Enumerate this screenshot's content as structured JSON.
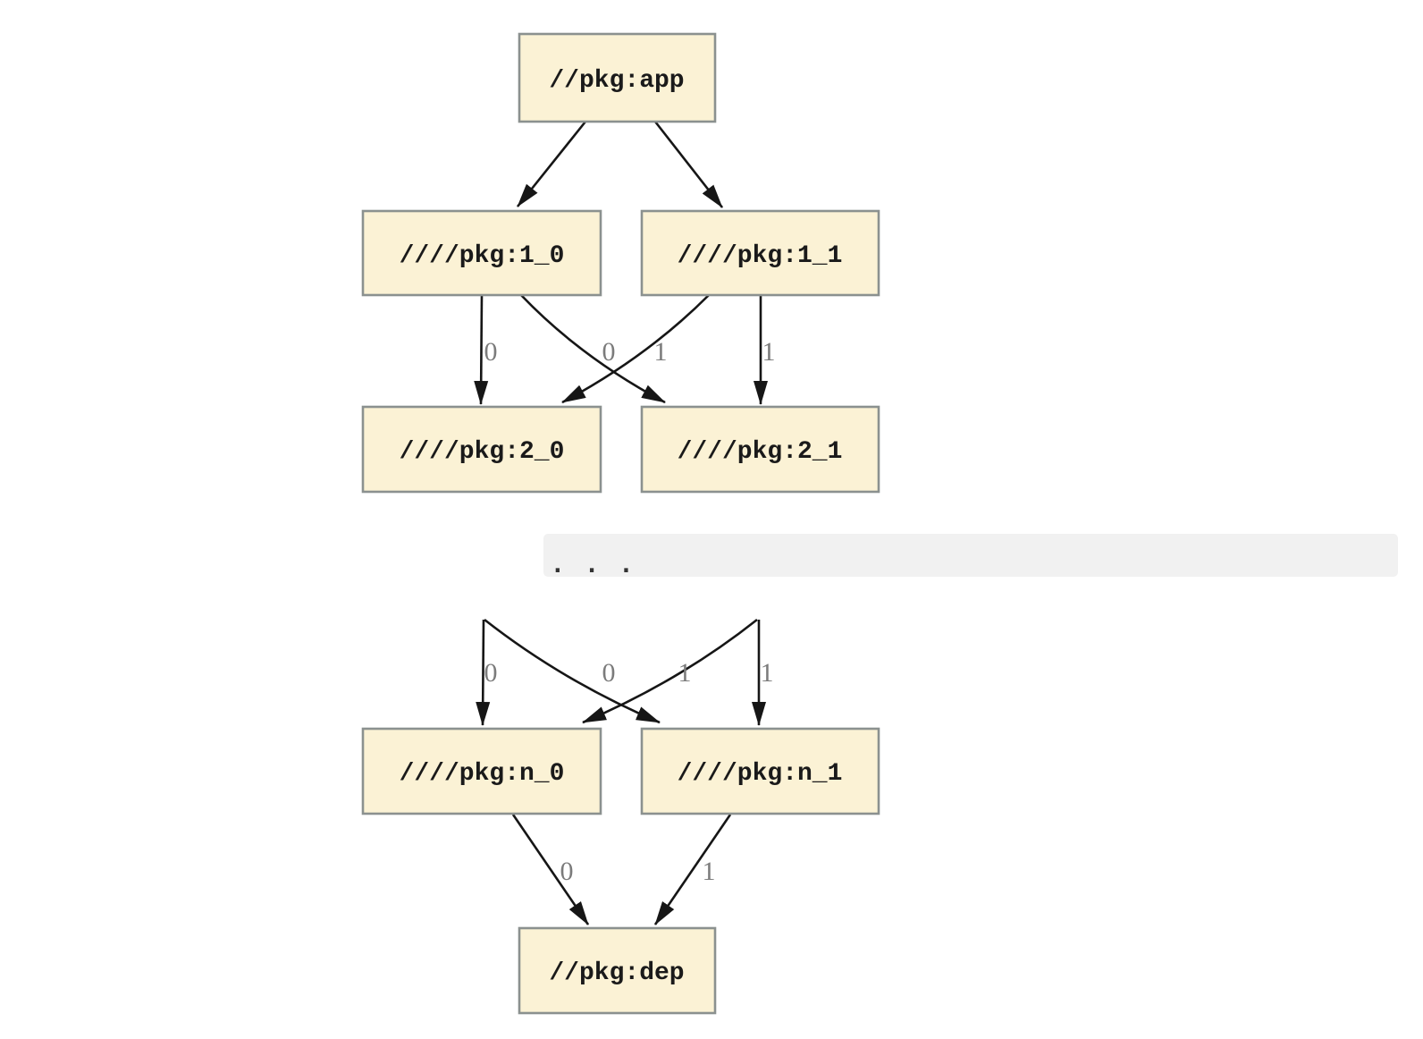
{
  "diagram": {
    "type": "dependency-graph",
    "nodes": {
      "app": {
        "label": "//pkg:app"
      },
      "n1_0": {
        "label": "////pkg:1_0"
      },
      "n1_1": {
        "label": "////pkg:1_1"
      },
      "n2_0": {
        "label": "////pkg:2_0"
      },
      "n2_1": {
        "label": "////pkg:2_1"
      },
      "nn_0": {
        "label": "////pkg:n_0"
      },
      "nn_1": {
        "label": "////pkg:n_1"
      },
      "dep": {
        "label": "//pkg:dep"
      }
    },
    "edges": [
      {
        "from": "//pkg:app",
        "to": "////pkg:1_0",
        "label": ""
      },
      {
        "from": "//pkg:app",
        "to": "////pkg:1_1",
        "label": ""
      },
      {
        "from": "////pkg:1_0",
        "to": "////pkg:2_0",
        "label": "0"
      },
      {
        "from": "////pkg:1_0",
        "to": "////pkg:2_1",
        "label": "1"
      },
      {
        "from": "////pkg:1_1",
        "to": "////pkg:2_0",
        "label": "0"
      },
      {
        "from": "////pkg:1_1",
        "to": "////pkg:2_1",
        "label": "1"
      },
      {
        "from": "...",
        "to": "////pkg:n_0",
        "label": "0"
      },
      {
        "from": "...",
        "to": "////pkg:n_1",
        "label": "1"
      },
      {
        "from": "...",
        "to": "////pkg:n_0",
        "label": "0"
      },
      {
        "from": "...",
        "to": "////pkg:n_1",
        "label": "1"
      },
      {
        "from": "////pkg:n_0",
        "to": "//pkg:dep",
        "label": "0"
      },
      {
        "from": "////pkg:n_1",
        "to": "//pkg:dep",
        "label": "1"
      }
    ],
    "ellipsis": ". . .",
    "colors": {
      "background": "#FFFFFF",
      "node_fill": "#FBF2D5",
      "node_border": "#8B918F",
      "node_text": "#1A1A1A",
      "edge": "#161616",
      "edge_label": "#7B7B7B",
      "band": "#F1F1F1",
      "dots": "#333333"
    }
  }
}
